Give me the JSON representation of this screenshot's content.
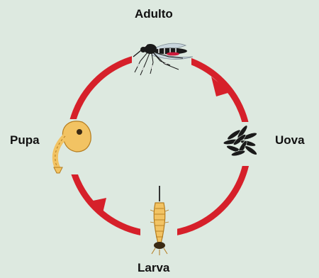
{
  "diagram": {
    "stages": {
      "adulto": "Adulto",
      "uova": "Uova",
      "larva": "Larva",
      "pupa": "Pupa"
    },
    "colors": {
      "background": "#dde9e0",
      "cycle_arrow": "#d6202a",
      "larva_pupa_body": "#f2c363",
      "eggs": "#1a1a1a",
      "mosquito_body": "#1a1a1a"
    },
    "cycle_direction": "clockwise"
  }
}
